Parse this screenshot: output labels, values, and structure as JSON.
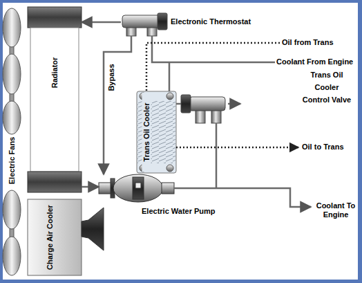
{
  "diagram": {
    "nodes": [
      {
        "text": [
          "Radiator"
        ]
      },
      {
        "text": [
          "Electronic Thermostat"
        ]
      },
      {
        "text": [
          "Trans Oil Cooler"
        ]
      },
      {
        "text": [
          "Trans Oil Cooler Control Valve"
        ]
      },
      {
        "text": [
          "Electric Water Pump"
        ]
      },
      {
        "text": [
          "Charge Air Cooler"
        ]
      }
    ],
    "edges": [
      {
        "from": 1,
        "to": 0,
        "arrow": "to"
      },
      {
        "from": 1,
        "to": 4,
        "arrow": "to",
        "label": "Bypass"
      },
      {
        "from": 0,
        "to": 4,
        "arrow": "to"
      },
      {
        "from": 2,
        "to": 3,
        "arrow": "none"
      }
    ],
    "labels": [
      "Electric Fans",
      "Oil from Trans",
      "Coolant From Engine",
      "Oil to Trans",
      "Coolant To Engine"
    ]
  }
}
